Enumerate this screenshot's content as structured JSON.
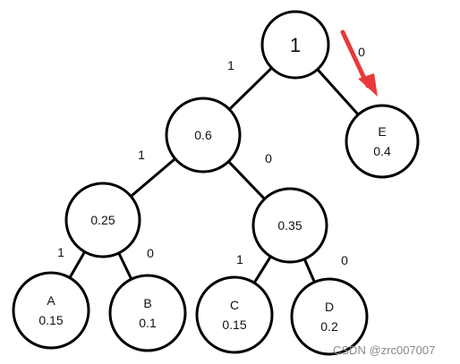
{
  "tree": {
    "nodes": [
      {
        "id": "root",
        "lines": [
          "1"
        ]
      },
      {
        "id": "n06",
        "lines": [
          "0.6"
        ]
      },
      {
        "id": "E",
        "lines": [
          "E",
          "0.4"
        ]
      },
      {
        "id": "n025",
        "lines": [
          "0.25"
        ]
      },
      {
        "id": "n035",
        "lines": [
          "0.35"
        ]
      },
      {
        "id": "A",
        "lines": [
          "A",
          "0.15"
        ]
      },
      {
        "id": "B",
        "lines": [
          "B",
          "0.1"
        ]
      },
      {
        "id": "C",
        "lines": [
          "C",
          "0.15"
        ]
      },
      {
        "id": "D",
        "lines": [
          "D",
          "0.2"
        ]
      }
    ],
    "edges": [
      {
        "from": "root",
        "to": "n06",
        "label": "1"
      },
      {
        "from": "root",
        "to": "E",
        "label": "0"
      },
      {
        "from": "n06",
        "to": "n025",
        "label": "1"
      },
      {
        "from": "n06",
        "to": "n035",
        "label": "0"
      },
      {
        "from": "n025",
        "to": "A",
        "label": "1"
      },
      {
        "from": "n025",
        "to": "B",
        "label": "0"
      },
      {
        "from": "n035",
        "to": "C",
        "label": "1"
      },
      {
        "from": "n035",
        "to": "D",
        "label": "0"
      }
    ]
  },
  "annotation": {
    "arrow_color": "#e8393b",
    "points_to": "E"
  },
  "watermark": "CSDN @zrc007007"
}
